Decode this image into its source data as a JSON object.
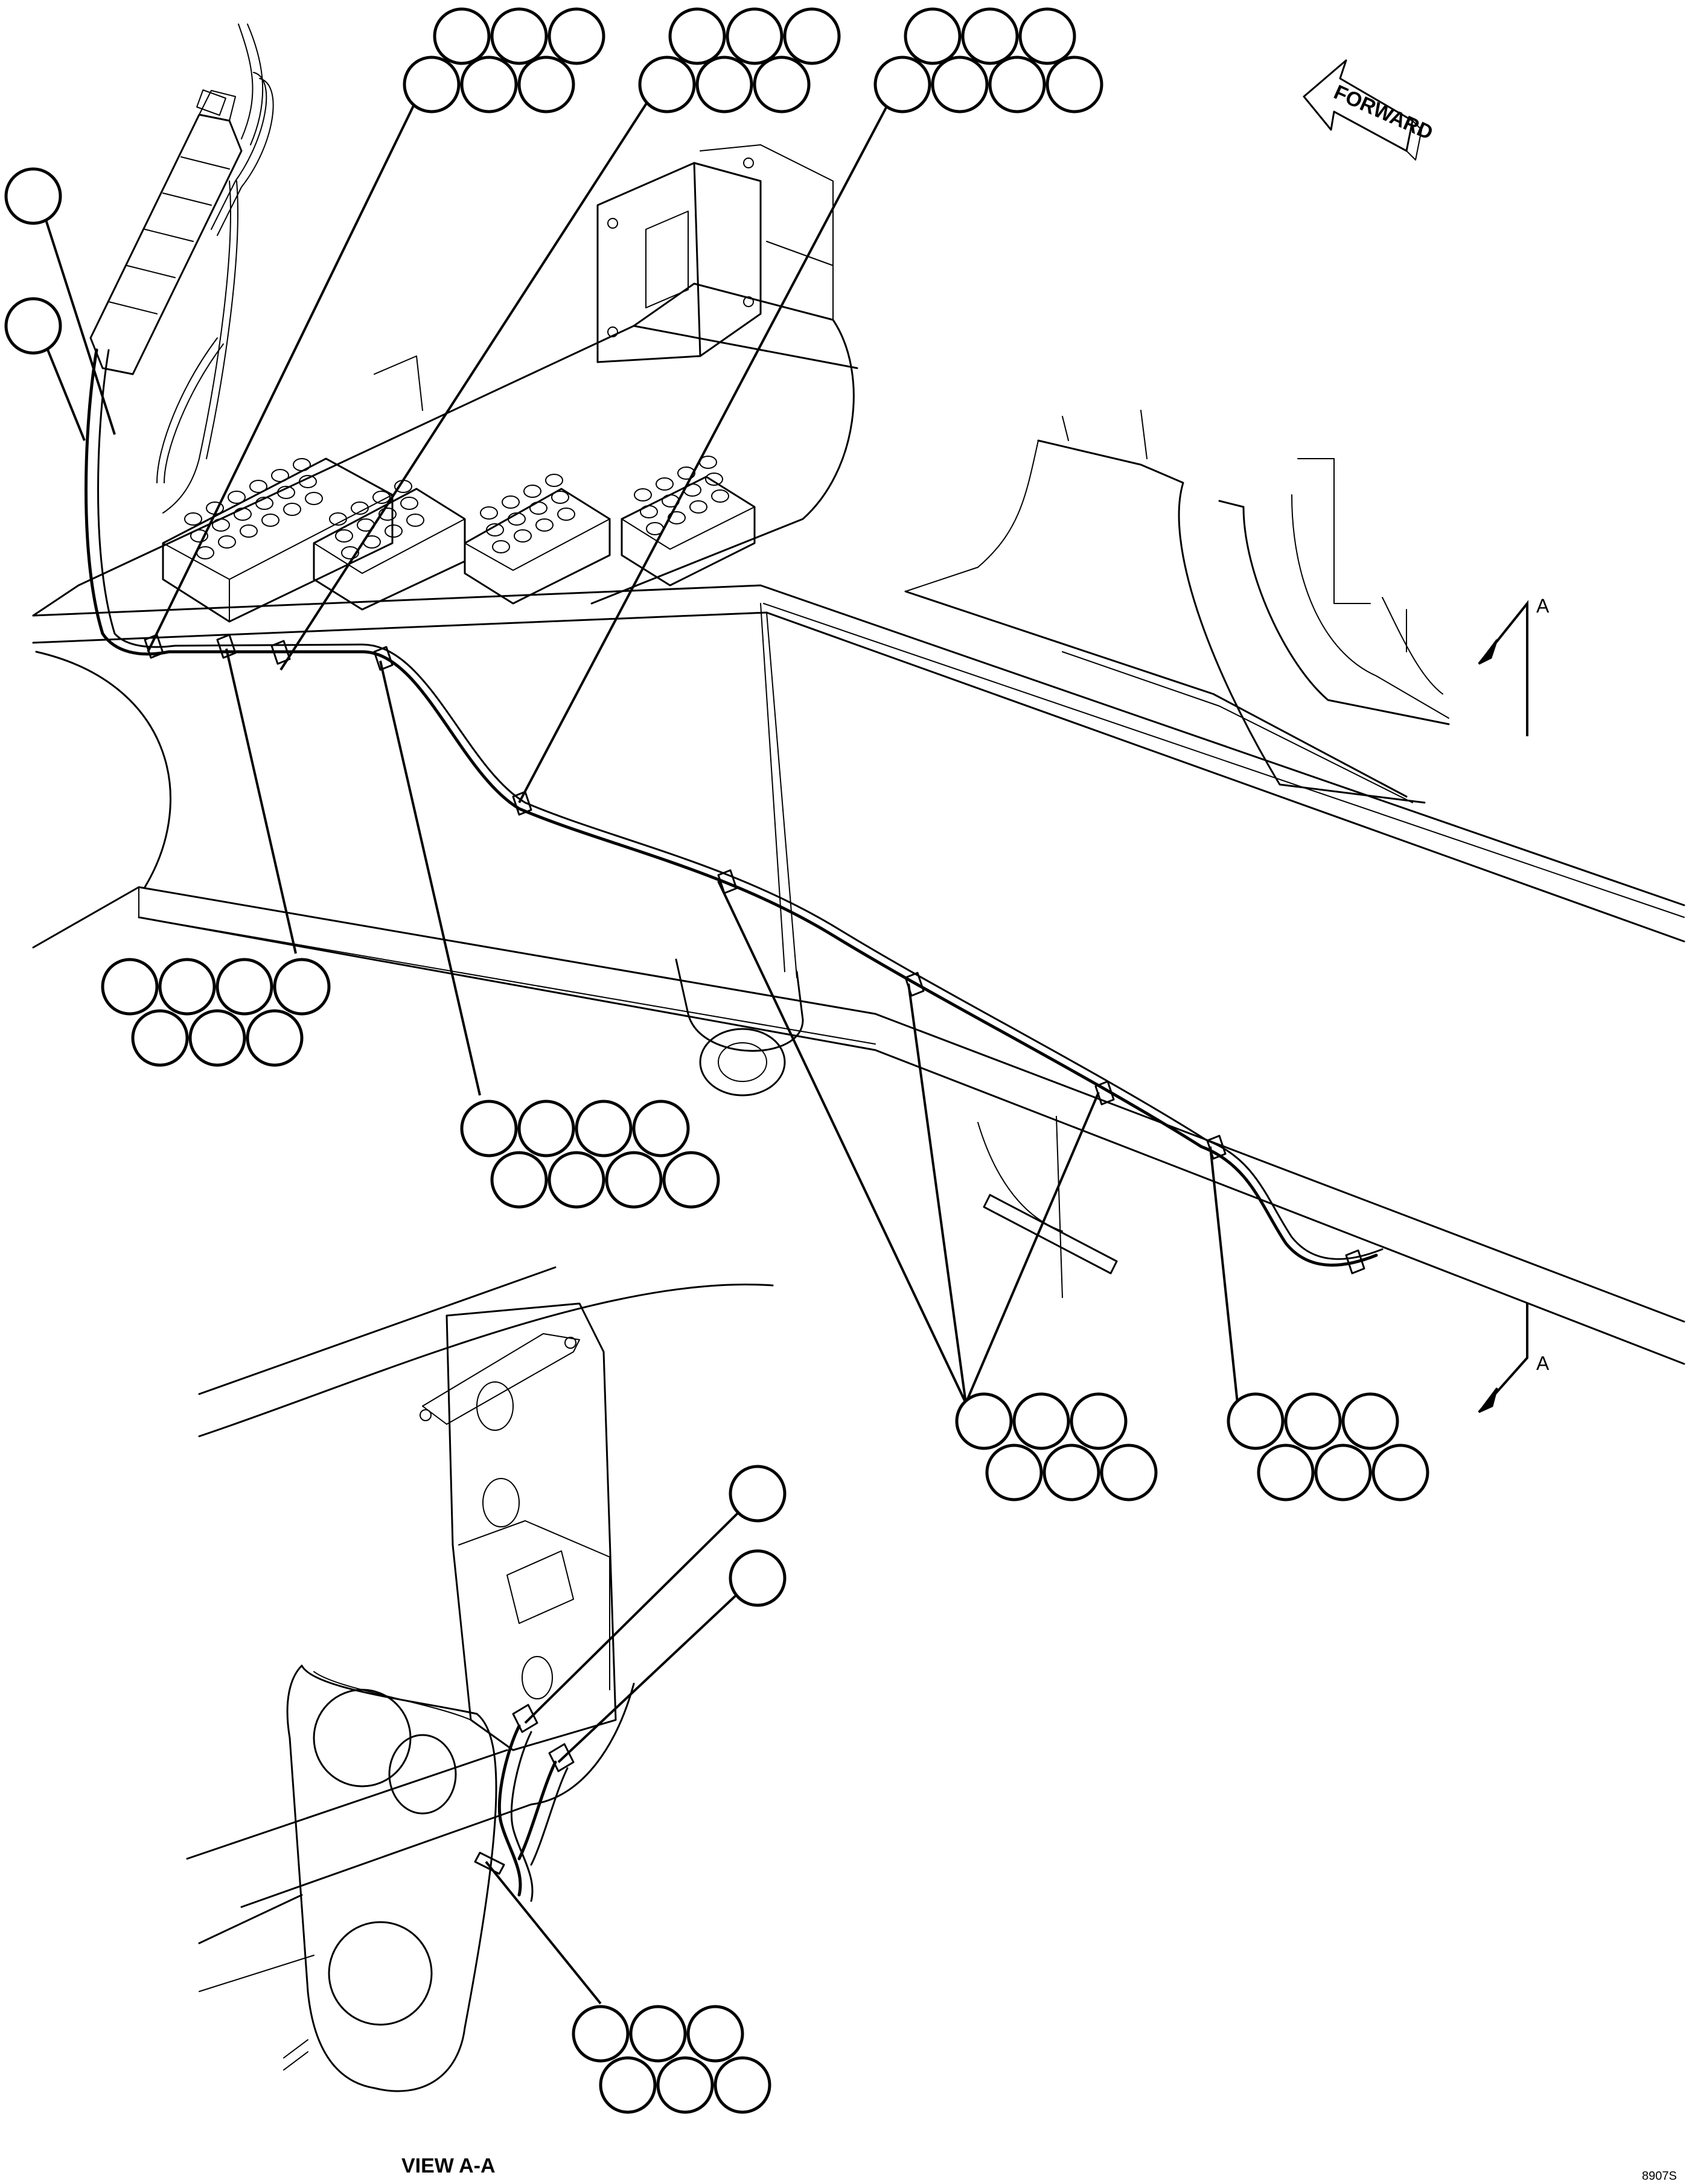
{
  "labels": {
    "forward": "FORWARD",
    "section_mark_top": "A",
    "section_mark_bottom": "A",
    "view_title": "VIEW A-A",
    "drawing_number": "8907S"
  },
  "callout_groups": [
    {
      "name": "callout-solo-1",
      "bubbles": 1
    },
    {
      "name": "callout-solo-2",
      "bubbles": 1
    },
    {
      "name": "callout-group-top-1",
      "bubbles": 6
    },
    {
      "name": "callout-group-top-2",
      "bubbles": 6
    },
    {
      "name": "callout-group-top-3",
      "bubbles": 7
    },
    {
      "name": "callout-group-left",
      "bubbles": 7
    },
    {
      "name": "callout-group-center",
      "bubbles": 8
    },
    {
      "name": "callout-group-right-1",
      "bubbles": 6
    },
    {
      "name": "callout-group-right-2",
      "bubbles": 6
    },
    {
      "name": "callout-solo-3",
      "bubbles": 1
    },
    {
      "name": "callout-solo-4",
      "bubbles": 1
    },
    {
      "name": "callout-group-view",
      "bubbles": 6
    }
  ]
}
